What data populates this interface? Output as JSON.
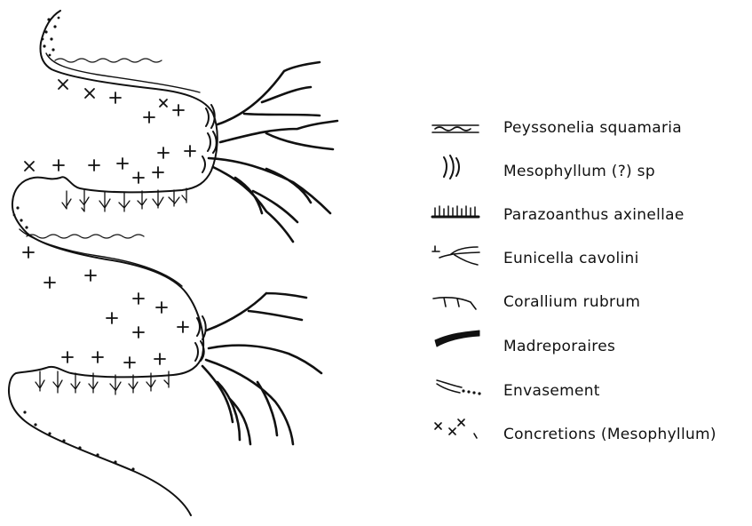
{
  "legend": {
    "items": [
      {
        "id": "peyssonelia",
        "label": "Peyssonelia squamaria"
      },
      {
        "id": "mesophyllum",
        "label": "Mesophyllum (?) sp"
      },
      {
        "id": "parazoanthus",
        "label": "Parazoanthus axinellae"
      },
      {
        "id": "eunicella",
        "label": "Eunicella cavolini"
      },
      {
        "id": "corallium",
        "label": "Corallium rubrum"
      },
      {
        "id": "madreporaires",
        "label": "Madreporaires"
      },
      {
        "id": "envasement",
        "label": "Envasement"
      },
      {
        "id": "concretions",
        "label": "Concretions (Mesophyllum)"
      }
    ]
  },
  "colors": {
    "ink": "#111111",
    "background": "#ffffff"
  }
}
